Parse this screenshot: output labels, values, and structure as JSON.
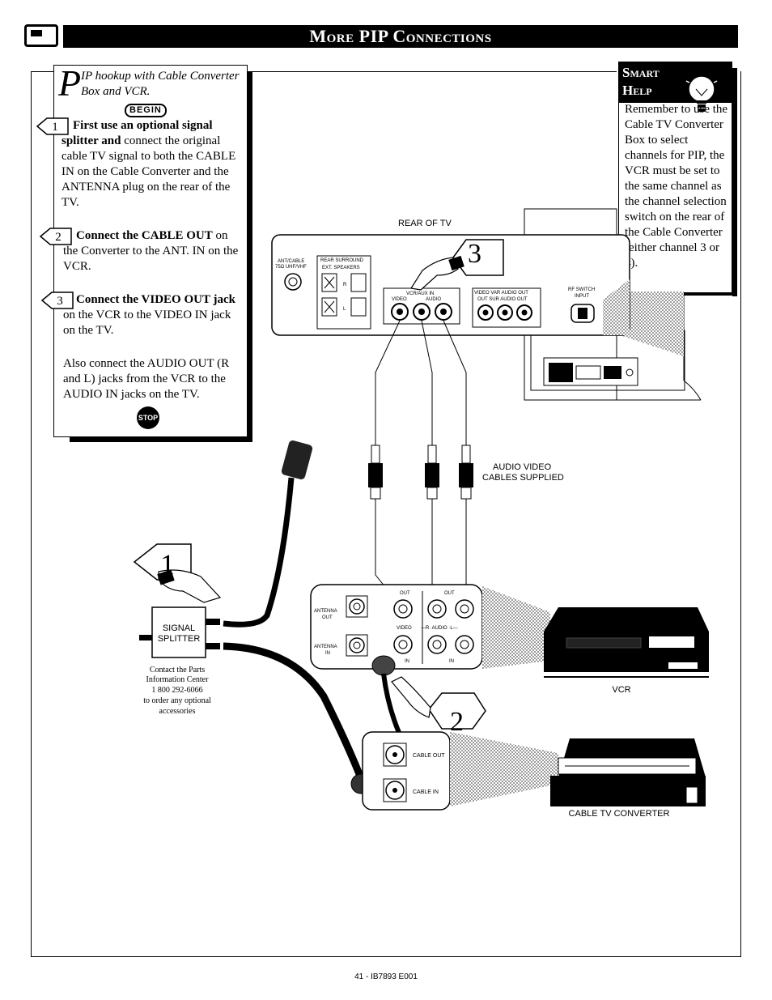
{
  "header": {
    "title": "More PIP Connections"
  },
  "intro": {
    "drop_cap": "P",
    "text": "IP hookup with Cable Converter Box and VCR.",
    "begin_label": "BEGIN"
  },
  "steps": [
    {
      "number": "1",
      "bold": "First use an optional signal splitter and",
      "text": " connect the original cable TV signal to both the CABLE IN on the Cable Converter and the ANTENNA plug on the rear of the TV."
    },
    {
      "number": "2",
      "bold": "Connect the CABLE OUT",
      "text": " on the Converter to the ANT. IN on the VCR."
    },
    {
      "number": "3",
      "bold": "Connect the VIDEO OUT jack",
      "text": " on the VCR to the VIDEO IN jack on the TV."
    }
  ],
  "also_text": "Also connect the AUDIO OUT (R and L) jacks from the VCR to the AUDIO IN jacks on the TV.",
  "stop_label": "STOP",
  "smart_help": {
    "title_line1": "Smart",
    "title_line2": "Help",
    "text": "Remember to use the Cable TV Converter Box to select channels for PIP, the VCR must be set to the same channel as the channel selection switch on the rear of the Cable Converter (either channel 3 or 4)."
  },
  "diagram": {
    "rear_of_tv": "REAR OF TV",
    "ant_cable": "ANT/CABLE",
    "ant_cable2": "75Ω UHF/VHF",
    "rear_surround": "REAR SURROUND",
    "ext_speakers": "EXT. SPEAKERS",
    "vcr_aux_in": "VCR/AUX IN",
    "video": "VIDEO",
    "audio": "AUDIO",
    "video_var_audio_out": "VIDEO VAR AUDIO OUT",
    "out_sur_audio_out": "OUT  SUR AUDIO OUT",
    "rf_switch": "RF SWITCH",
    "input": "INPUT",
    "audio_video_cables": "AUDIO VIDEO",
    "cables_supplied": "CABLES SUPPLIED",
    "signal": "SIGNAL",
    "splitter": "SPLITTER",
    "contact_lines": [
      "Contact the Parts",
      "Information Center",
      "1 800 292-6066",
      "to order any optional",
      "accessories"
    ],
    "antenna_out": "ANTENNA",
    "out_word": "OUT",
    "antenna_in": "ANTENNA",
    "in_word": "IN",
    "vcr_video": "VIDEO",
    "vcr_audio": "—R· AUDIO ·L—",
    "vcr_label": "VCR",
    "cable_out": "CABLE OUT",
    "cable_in": "CABLE IN",
    "converter_label": "CABLE TV CONVERTER",
    "badge_1": "1",
    "badge_2": "2",
    "badge_3": "3",
    "r_label": "R",
    "l_label": "L"
  },
  "footer": "41 - IB7893 E001"
}
